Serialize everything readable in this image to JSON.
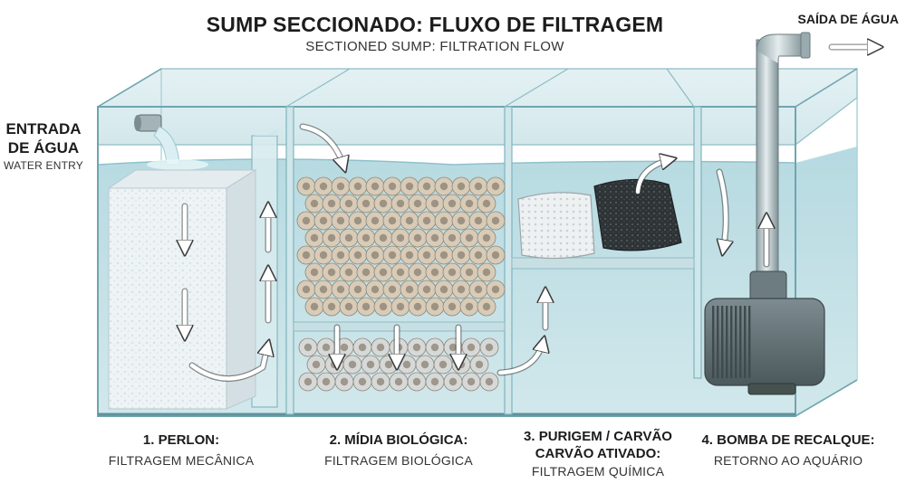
{
  "title": "SUMP SECCIONADO: FLUXO DE FILTRAGEM",
  "subtitle": "SECTIONED SUMP: FILTRATION FLOW",
  "inlet": {
    "line1": "ENTRADA",
    "line2": "DE ÁGUA",
    "english": "WATER ENTRY"
  },
  "outlet": {
    "label": "SAÍDA DE ÁGUA"
  },
  "sections": [
    {
      "heading": "1. PERLON:",
      "subheading": "",
      "caption": "FILTRAGEM MECÂNICA"
    },
    {
      "heading": "2. MÍDIA BIOLÓGICA:",
      "subheading": "",
      "caption": "FILTRAGEM BIOLÓGICA"
    },
    {
      "heading": "3. PURIGEM / CARVÃO",
      "subheading": "CARVÃO ATIVADO:",
      "caption": "FILTRAGEM QUÍMICA"
    },
    {
      "heading": "4. BOMBA DE RECALQUE:",
      "subheading": "",
      "caption": "RETORNO AO AQUÁRIO"
    }
  ],
  "colors": {
    "water": "#bfe0e6",
    "glass_edge": "#7fb3bd",
    "ceramic": "#d8ccb8",
    "ceramic_lower": "#d7d9d9",
    "pump": "#5f6e72",
    "arrow": "#ffffff"
  }
}
